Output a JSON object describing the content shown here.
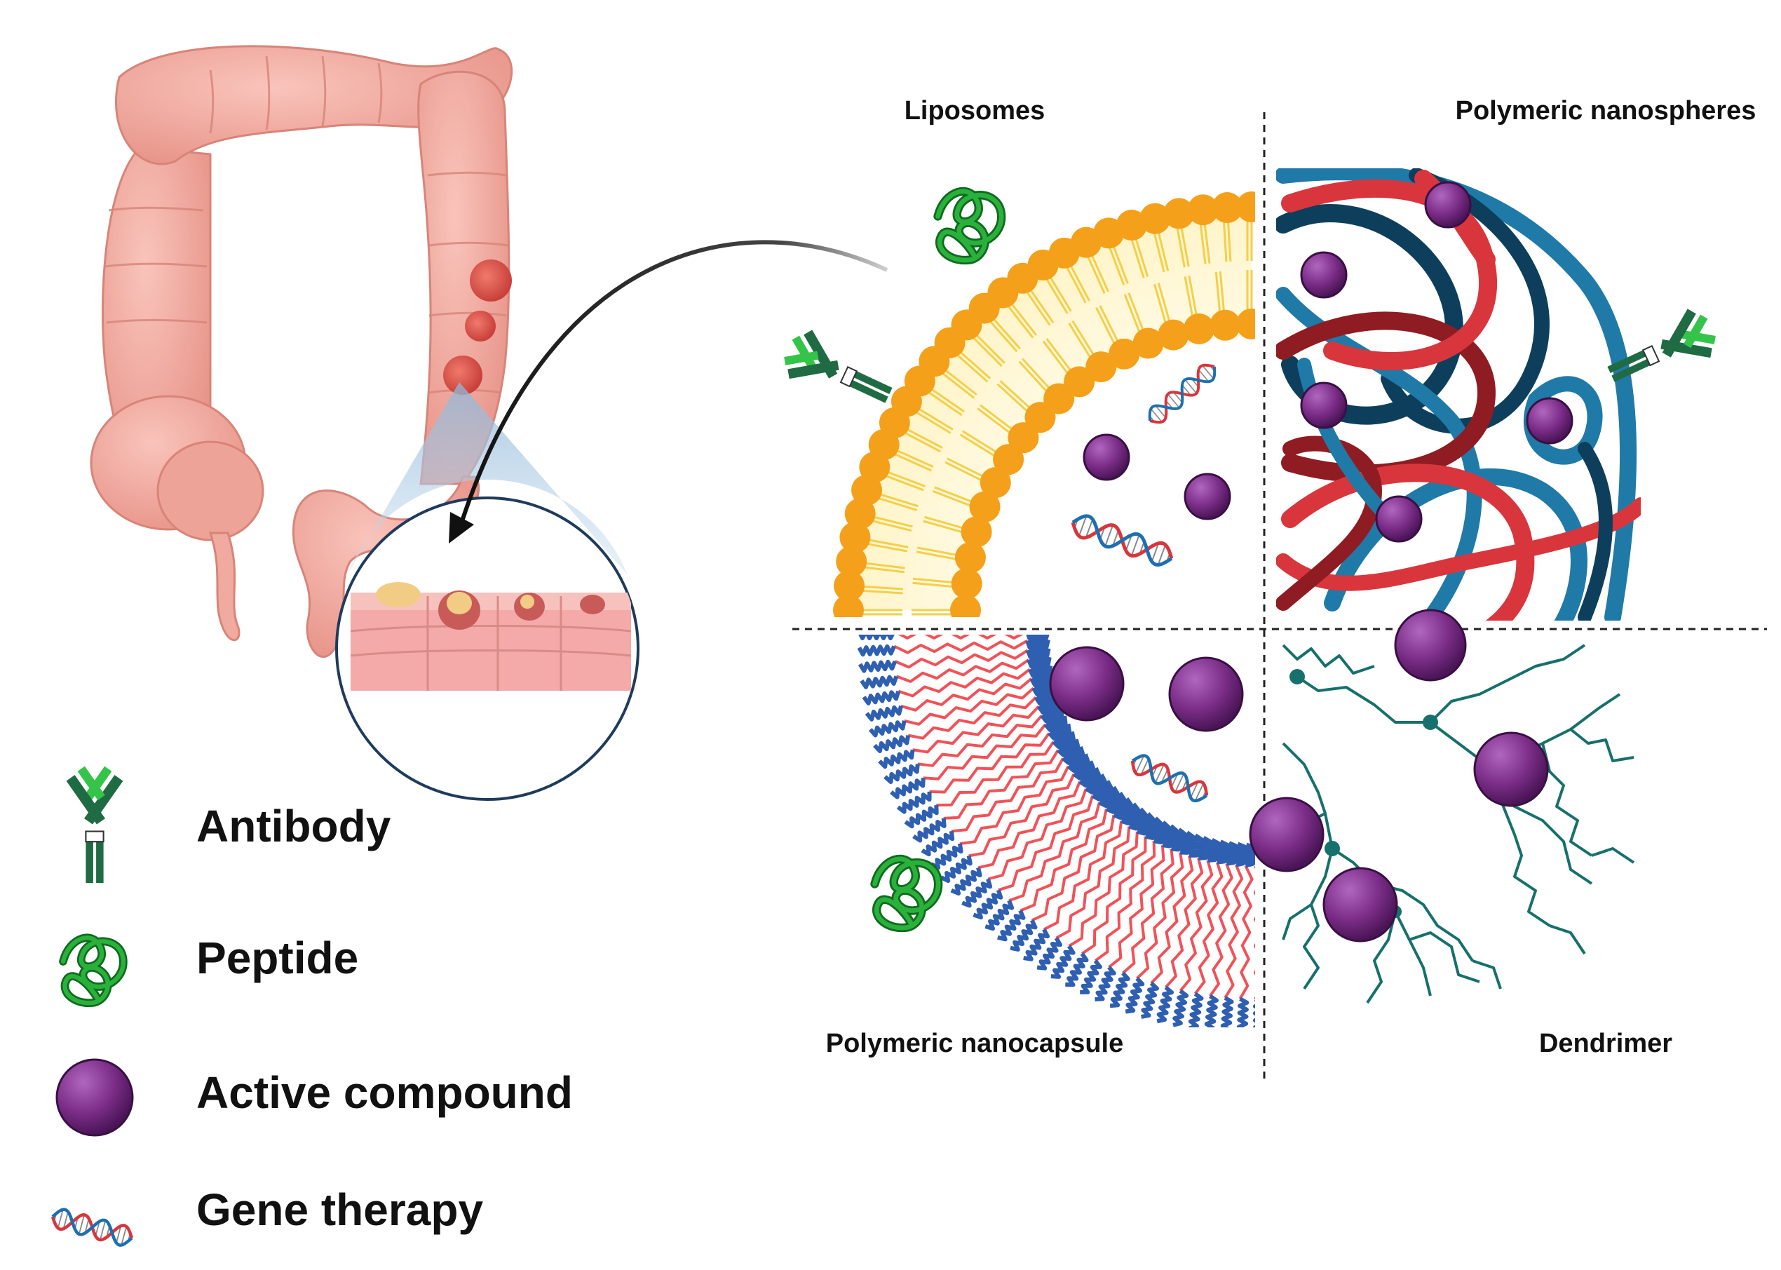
{
  "quadrants": {
    "top_left": "Liposomes",
    "top_right": "Polymeric nanospheres",
    "bottom_left": "Polymeric nanocapsule",
    "bottom_right": "Dendrimer"
  },
  "legend": [
    {
      "label": "Antibody",
      "icon": "antibody-icon"
    },
    {
      "label": "Peptide",
      "icon": "peptide-icon"
    },
    {
      "label": "Active compound",
      "icon": "active-compound-icon"
    },
    {
      "label": "Gene therapy",
      "icon": "dna-icon"
    }
  ],
  "colors": {
    "colon": "#f2a99f",
    "lipid_head": "#f5a01a",
    "lipid_tail": "#f3cf4a",
    "compound": "#7a2c86",
    "peptide": "#1f9a2e",
    "antibody_dark": "#1f6b43",
    "antibody_light": "#34c449",
    "polymer_red": "#d8363c",
    "polymer_blue": "#1f7aa8",
    "capsule_red": "#f05258",
    "capsule_blue": "#2f5fb0",
    "dendrimer": "#16706b"
  }
}
